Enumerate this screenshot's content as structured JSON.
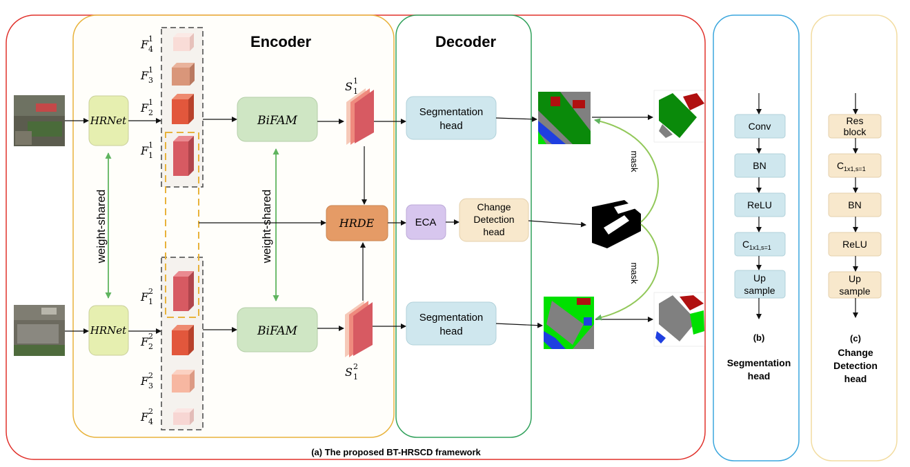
{
  "encoder_title": "Encoder",
  "decoder_title": "Decoder",
  "blocks": {
    "hrnet": "HRNet",
    "bifam": "BiFAM",
    "hrde": "HRDE",
    "eca": "ECA",
    "seg_head": "Segmentation head",
    "cd_head_line1": "Change",
    "cd_head_line2": "Detection",
    "cd_head_line3": "head"
  },
  "weight_shared": "weight-shared",
  "mask": "mask",
  "features": {
    "t1": {
      "f4": "F",
      "f3": "F",
      "f2": "F",
      "f1": "F",
      "sup": "1",
      "subs": [
        "4",
        "3",
        "2",
        "1"
      ]
    },
    "t2": {
      "f1": "F",
      "f2": "F",
      "f3": "F",
      "f4": "F",
      "sup": "2",
      "subs": [
        "1",
        "2",
        "3",
        "4"
      ]
    },
    "s1_t1": {
      "base": "S",
      "sub": "1",
      "sup": "1"
    },
    "s1_t2": {
      "base": "S",
      "sub": "1",
      "sup": "2"
    }
  },
  "captions": {
    "a": "(a) The proposed BT-HRSCD framework",
    "b_line1": "(b)",
    "b_line2": "Segmentation",
    "b_line3": "head",
    "c_line1": "(c)",
    "c_line2": "Change",
    "c_line3": "Detection",
    "c_line4": "head"
  },
  "seg_head_layers": [
    "Conv",
    "BN",
    "ReLU",
    "C",
    "Up",
    "sample"
  ],
  "seg_conv_sub": "1x1,s=1",
  "cd_head_layers": [
    "Res",
    "block",
    "C",
    "BN",
    "ReLU",
    "Up",
    "sample"
  ],
  "cd_conv_sub": "1x1,s=1",
  "colors": {
    "outer_red": "#e0302a",
    "encoder_border": "#e8b23a",
    "decoder_border": "#2fa05a",
    "seg_panel_border": "#3aa6dd",
    "cd_panel_border": "#f2dca0",
    "hrnet_fill": "#e6efb0",
    "bifam_fill": "#cfe6c4",
    "hrde_fill": "#e59b66",
    "eca_fill": "#d7c6ee",
    "seghead_fill": "#cfe7ee",
    "cdhead_fill": "#f8e8cc",
    "weight_arrow": "#5fb45f"
  }
}
